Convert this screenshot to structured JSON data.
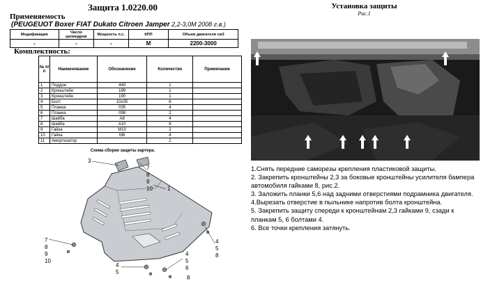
{
  "title": "Защита 1.0220.00",
  "applicability": {
    "heading": "Применяемость",
    "vehicle_bold": "(PEUGEUOT Boxer FIAT Dukato Citroen Jamper",
    "vehicle_extra": " 2,2-3,0М 2008 г.в.)",
    "headers": [
      "Модификация",
      "Число цилиндров",
      "Мощность л.с.",
      "КПП",
      "Объем двигателя см3"
    ],
    "row": [
      "-",
      "-",
      "-",
      "М",
      "2200-3000"
    ]
  },
  "kit": {
    "heading": "Комплектность:",
    "headers": [
      "№ п/п",
      "Наименование",
      "Обозначение",
      "Количество",
      "Примечание"
    ],
    "rows": [
      [
        "1",
        "Поддон",
        "449",
        "1",
        ""
      ],
      [
        "2",
        "Кронштейн",
        "189",
        "1",
        ""
      ],
      [
        "3",
        "Кронштейн",
        "190",
        "1",
        ""
      ],
      [
        "4",
        "Болт",
        "10х35",
        "6",
        ""
      ],
      [
        "5",
        "Планка",
        "035",
        "4",
        ""
      ],
      [
        "6",
        "Планка",
        "098",
        "2",
        ""
      ],
      [
        "7",
        "Шайба",
        "А8",
        "4",
        ""
      ],
      [
        "8",
        "Шайба",
        "А10",
        "8",
        ""
      ],
      [
        "9",
        "Гайка",
        "М10",
        "2",
        ""
      ],
      [
        "10",
        "Гайка",
        "М8",
        "4",
        ""
      ],
      [
        "11",
        "Амортизатор",
        "",
        "2",
        ""
      ]
    ]
  },
  "scheme": {
    "title": "Схема сборки защиты картера.",
    "labels": {
      "l3": "3",
      "l7a": "7",
      "l8a": "8",
      "l9a": "9",
      "l10a": "10",
      "l1": "1",
      "l7b": "7",
      "l8b": "8",
      "l9b": "9",
      "l10b": "10",
      "l4a": "4",
      "l5a": "5",
      "l6a": "6",
      "l4b": "4",
      "l5b": "5",
      "l8c": "8",
      "l4c": "4",
      "l5c": "5",
      "l8d": "8"
    }
  },
  "install": {
    "title": "Установка защиты",
    "figure": "Рис.1",
    "steps": [
      "1.Снять передние саморезы крепления пластиковой защиты.",
      "2. Закрепить кронштейны 2,3 за боковые кронштейны усилителя бампера автомобиля гайками 8, рис.2.",
      "3. Заложить планки 5,6 над задними отверстиями подрамника двигателя.",
      "4.Вырезать отверстие в пыльнике напротив болта кронштейна.",
      "5. Закрепить защиту спереди к кронштейнам 2,3 гайками 9, сзади к планкам 5, 6 болтами 4.",
      "6. Все точки крепления затянуть."
    ]
  },
  "colors": {
    "plate": "#bfc3c8",
    "plate_stroke": "#333333",
    "photo_bg": "#1c1c1c",
    "arrow": "#ffffff"
  }
}
